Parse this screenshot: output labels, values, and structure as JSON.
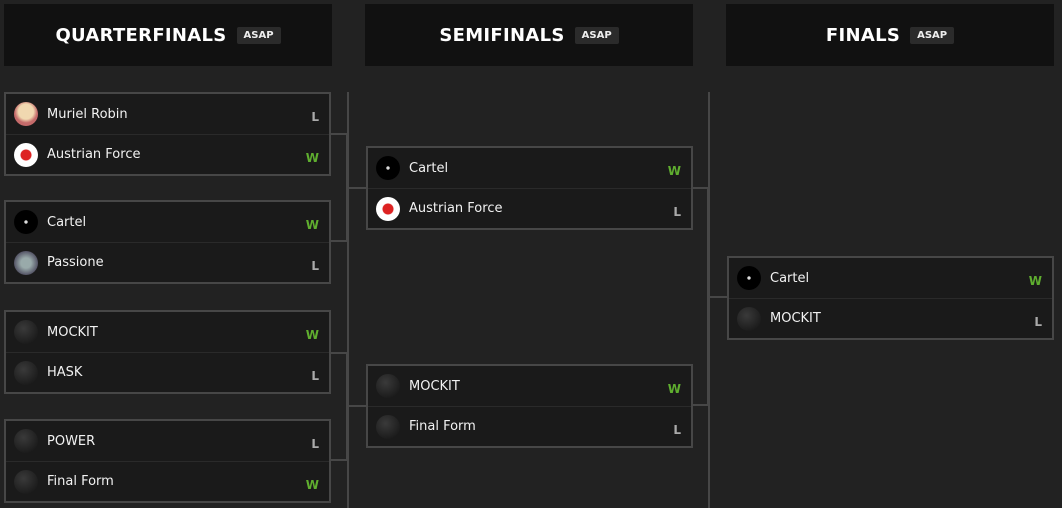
{
  "rounds": [
    {
      "title": "QUARTERFINALS",
      "badge": "ASAP"
    },
    {
      "title": "SEMIFINALS",
      "badge": "ASAP"
    },
    {
      "title": "FINALS",
      "badge": "ASAP"
    }
  ],
  "matches": {
    "qf1": [
      {
        "name": "Muriel Robin",
        "result": "L"
      },
      {
        "name": "Austrian Force",
        "result": "W"
      }
    ],
    "qf2": [
      {
        "name": "Cartel",
        "result": "W"
      },
      {
        "name": "Passione",
        "result": "L"
      }
    ],
    "qf3": [
      {
        "name": "MOCKIT",
        "result": "W"
      },
      {
        "name": "HASK",
        "result": "L"
      }
    ],
    "qf4": [
      {
        "name": "POWER",
        "result": "L"
      },
      {
        "name": "Final Form",
        "result": "W"
      }
    ],
    "sf1": [
      {
        "name": "Cartel",
        "result": "W"
      },
      {
        "name": "Austrian Force",
        "result": "L"
      }
    ],
    "sf2": [
      {
        "name": "MOCKIT",
        "result": "W"
      },
      {
        "name": "Final Form",
        "result": "L"
      }
    ],
    "f": [
      {
        "name": "Cartel",
        "result": "W"
      },
      {
        "name": "MOCKIT",
        "result": "L"
      }
    ]
  },
  "colors": {
    "win": "#5fae2f",
    "loss": "#aaaaaa"
  }
}
